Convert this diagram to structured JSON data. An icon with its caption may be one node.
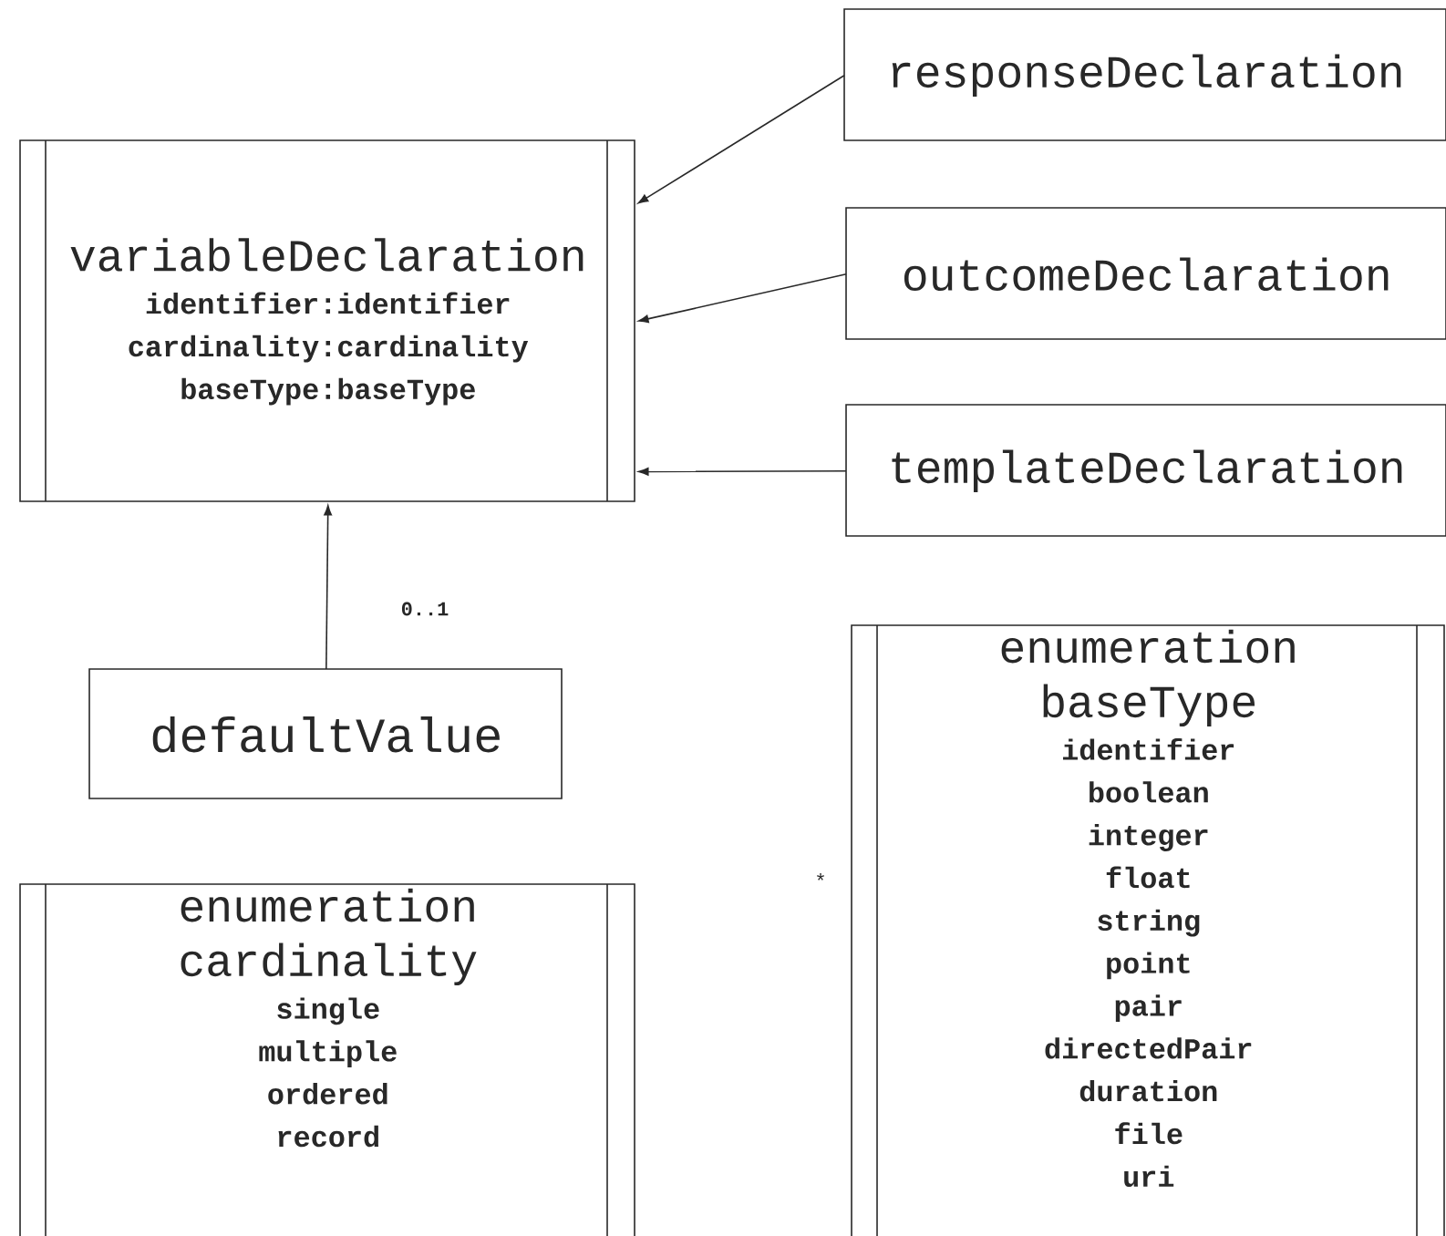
{
  "diagram": {
    "nodes": [
      {
        "text": [
          "variableDeclaration",
          "identifier:identifier",
          "cardinality:cardinality",
          "baseType:baseType"
        ]
      },
      {
        "text": [
          "responseDeclaration"
        ]
      },
      {
        "text": [
          "outcomeDeclaration"
        ]
      },
      {
        "text": [
          "templateDeclaration"
        ]
      },
      {
        "text": [
          "defaultValue"
        ]
      },
      {
        "text": [
          "enumeration",
          "cardinality",
          "single",
          "multiple",
          "ordered",
          "record"
        ]
      },
      {
        "text": [
          "enumeration",
          "baseType",
          "identifier",
          "boolean",
          "integer",
          "float",
          "string",
          "point",
          "pair",
          "directedPair",
          "duration",
          "file",
          "uri"
        ]
      }
    ],
    "edges": [
      {
        "from": 1,
        "to": 0,
        "arrow": "to"
      },
      {
        "from": 2,
        "to": 0,
        "arrow": "to"
      },
      {
        "from": 3,
        "to": 0,
        "arrow": "to"
      },
      {
        "from": 4,
        "to": 0,
        "arrow": "to",
        "label": "0..1"
      }
    ],
    "labels": [
      "*"
    ]
  }
}
